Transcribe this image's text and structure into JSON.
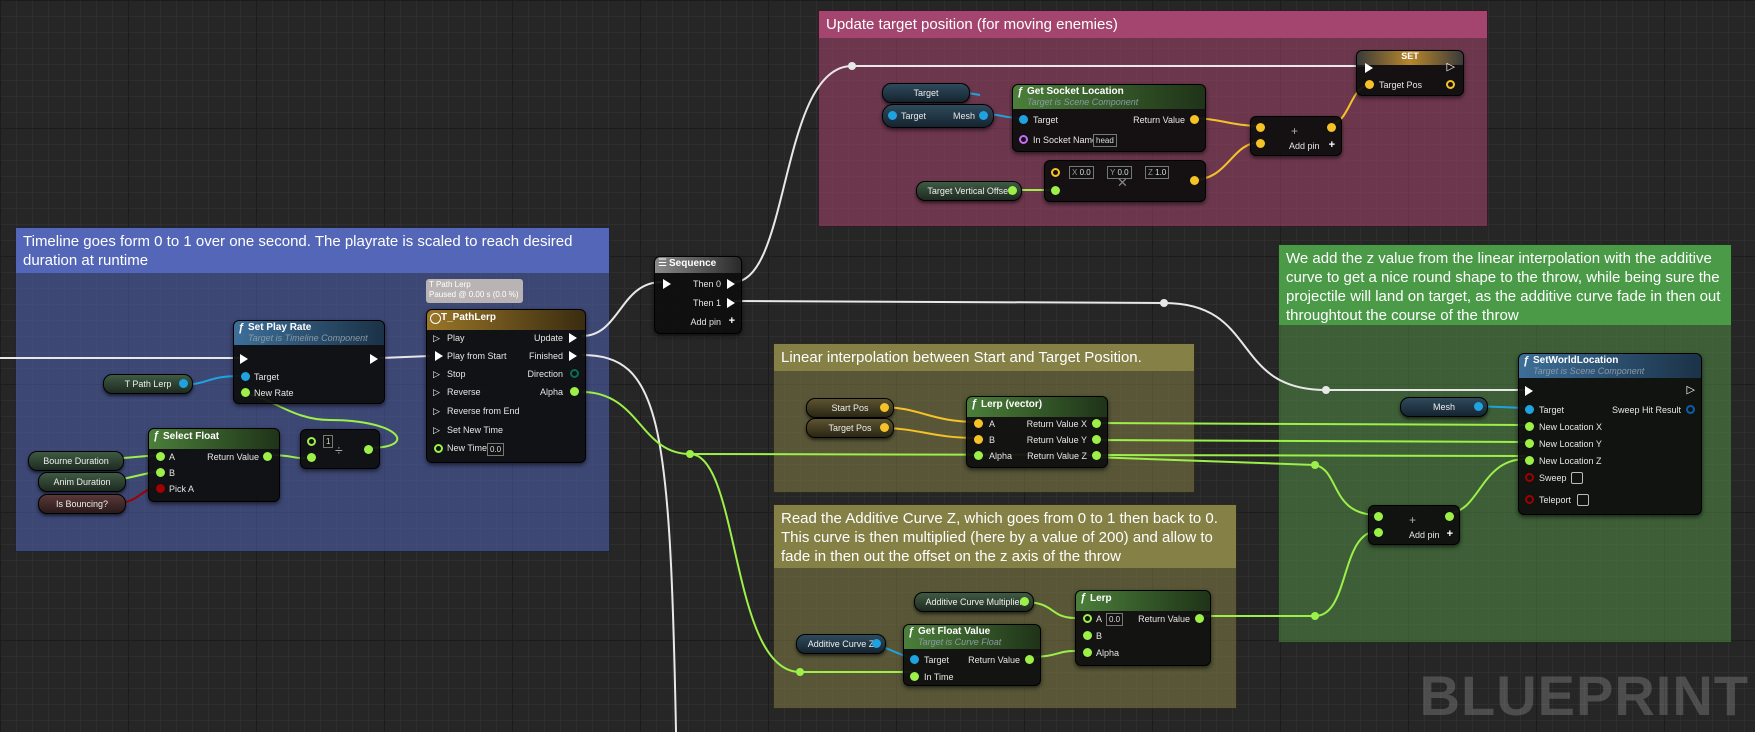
{
  "comments": {
    "timeline": "Timeline goes form 0 to 1 over one second. The playrate is scaled to reach desired duration at runtime",
    "update_target": "Update target position (for moving enemies)",
    "z_value": "We add the z value from the linear interpolation with the additive curve to get a nice round shape to the throw, while being sure the projectile will land on target, as the additive curve fade in then out throughtout the course of the throw",
    "linear": "Linear interpolation between Start and Target Position.",
    "additive": "Read the Additive Curve Z, which  goes from 0 to 1 then back to 0. This curve is then multiplied (here by a value of 200) and allow to fade in then out the offset on the z axis of the throw"
  },
  "vars": {
    "t_path_lerp": "T Path Lerp",
    "bourne_duration": "Bourne Duration",
    "anim_duration": "Anim Duration",
    "is_bouncing": "Is Bouncing?",
    "target": "Target",
    "target_vertical_offset": "Target Vertical Offset",
    "start_pos": "Start Pos",
    "target_pos": "Target Pos",
    "additive_curve_multiplier": "Additive Curve Multiplier",
    "additive_curve_z": "Additive Curve Z",
    "mesh": "Mesh"
  },
  "nodes": {
    "set_play_rate": {
      "title": "Set Play Rate",
      "subtitle": "Target is Timeline Component",
      "target": "Target",
      "new_rate": "New Rate"
    },
    "select_float": {
      "title": "Select Float",
      "a": "A",
      "b": "B",
      "pick_a": "Pick A",
      "ret": "Return Value"
    },
    "divide": {
      "value": "1",
      "symbol": "÷"
    },
    "timeline_tooltip": {
      "line1": "T Path Lerp",
      "line2": "Paused @ 0.00 s (0.0 %)"
    },
    "timeline": {
      "title": "T_PathLerp",
      "play": "Play",
      "play_from_start": "Play from Start",
      "stop": "Stop",
      "reverse": "Reverse",
      "reverse_from_end": "Reverse from End",
      "set_new_time": "Set New Time",
      "new_time": "New Time",
      "new_time_value": "0.0",
      "update": "Update",
      "finished": "Finished",
      "direction": "Direction",
      "alpha": "Alpha"
    },
    "sequence": {
      "title": "Sequence",
      "then0": "Then 0",
      "then1": "Then 1",
      "add_pin": "Add pin"
    },
    "get_socket": {
      "title": "Get Socket Location",
      "subtitle": "Target is Scene Component",
      "target": "Target",
      "socket_name": "In Socket Name",
      "socket_value": "head",
      "ret": "Return Value"
    },
    "mesh_get": {
      "target": "Target",
      "mesh": "Mesh"
    },
    "add_vec": {
      "add_pin": "Add pin"
    },
    "multiply": {
      "x_label": "X",
      "x": "0.0",
      "y_label": "Y",
      "y": "0.0",
      "z_label": "Z",
      "z": "1.0"
    },
    "set": {
      "title": "SET",
      "target_pos": "Target Pos"
    },
    "lerp_vec": {
      "title": "Lerp (vector)",
      "a": "A",
      "b": "B",
      "alpha": "Alpha",
      "rx": "Return Value X",
      "ry": "Return Value Y",
      "rz": "Return Value Z"
    },
    "get_float_value": {
      "title": "Get Float Value",
      "subtitle": "Target is Curve Float",
      "target": "Target",
      "in_time": "In Time",
      "ret": "Return Value"
    },
    "lerp": {
      "title": "Lerp",
      "a": "A",
      "a_value": "0.0",
      "b": "B",
      "alpha": "Alpha",
      "ret": "Return Value"
    },
    "add_float": {
      "add_pin": "Add pin"
    },
    "set_world": {
      "title": "SetWorldLocation",
      "subtitle": "Target is Scene Component",
      "target": "Target",
      "sweep_hit": "Sweep Hit Result",
      "nx": "New Location X",
      "ny": "New Location Y",
      "nz": "New Location Z",
      "sweep": "Sweep",
      "teleport": "Teleport"
    }
  },
  "watermark": "BLUEPRINT",
  "colors": {
    "exec": "#ffffff",
    "float": "#9cf048",
    "vector": "#f5c327",
    "object": "#1fa3e0",
    "bool": "#a00000",
    "string": "#c96cf5"
  }
}
